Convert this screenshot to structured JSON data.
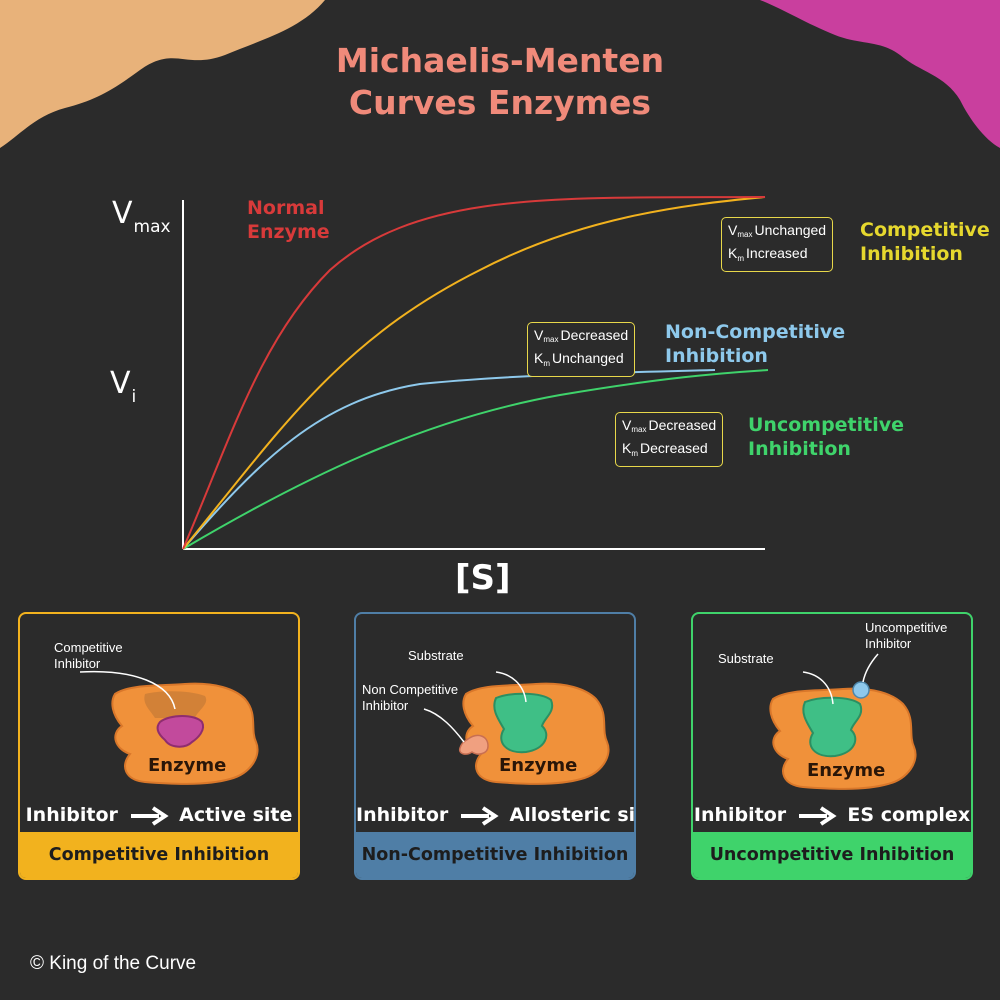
{
  "title": {
    "line1": "Michaelis-Menten",
    "line2": "Curves Enzymes"
  },
  "axes": {
    "y_top": "V",
    "y_top_sub": "max",
    "y_mid": "V",
    "y_mid_sub": "i",
    "x": "[S]"
  },
  "curves": [
    {
      "name_line1": "Normal",
      "name_line2": "Enzyme",
      "color": "#d83a3a"
    },
    {
      "name_line1": "Competitive",
      "name_line2": "Inhibition",
      "color": "#e6d82e"
    },
    {
      "name_line1": "Non-Competitive",
      "name_line2": "Inhibition",
      "color": "#8ec9ec"
    },
    {
      "name_line1": "Uncompetitive",
      "name_line2": "Inhibition",
      "color": "#3fd36b"
    }
  ],
  "tags": {
    "competitive": {
      "v": "V",
      "v_sub": "max",
      "v_text": "Unchanged",
      "k": "K",
      "k_sub": "m",
      "k_text": "Increased"
    },
    "noncompetitive": {
      "v": "V",
      "v_sub": "max",
      "v_text": "Decreased",
      "k": "K",
      "k_sub": "m",
      "k_text": "Unchanged"
    },
    "uncompetitive": {
      "v": "V",
      "v_sub": "max",
      "v_text": "Decreased",
      "k": "K",
      "k_sub": "m",
      "k_text": "Decreased"
    }
  },
  "panels": [
    {
      "label_a": "Competitive",
      "label_b": "Inhibitor",
      "enzyme": "Enzyme",
      "left": "Inhibitor",
      "right": "Active site",
      "footer": "Competitive Inhibition",
      "color": "#f2b21e"
    },
    {
      "label_a": "Substrate",
      "label_b1": "Non Competitive",
      "label_b2": "Inhibitor",
      "enzyme": "Enzyme",
      "left": "Inhibitor",
      "right": "Allosteric site",
      "footer": "Non-Competitive Inhibition",
      "color": "#4f7ea6"
    },
    {
      "label_a": "Substrate",
      "label_b1": "Uncompetitive",
      "label_b2": "Inhibitor",
      "enzyme": "Enzyme",
      "left": "Inhibitor",
      "right": "ES complex",
      "footer": "Uncompetitive Inhibition",
      "color": "#3fd36b"
    }
  ],
  "copyright": {
    "symbol": "©",
    "text": "King of the Curve"
  },
  "colors": {
    "background": "#2b2b2b",
    "title": "#f08a7a",
    "tag_border": "#e8d84a",
    "enzyme": "#f0913a",
    "substrate": "#3fbf86",
    "inhibitor_competitive": "#c24a9c",
    "inhibitor_allosteric": "#f0a080",
    "inhibitor_uncompetitive": "#8ec9ec",
    "corner_left": "#e8b27a",
    "corner_right": "#c93f9e"
  }
}
